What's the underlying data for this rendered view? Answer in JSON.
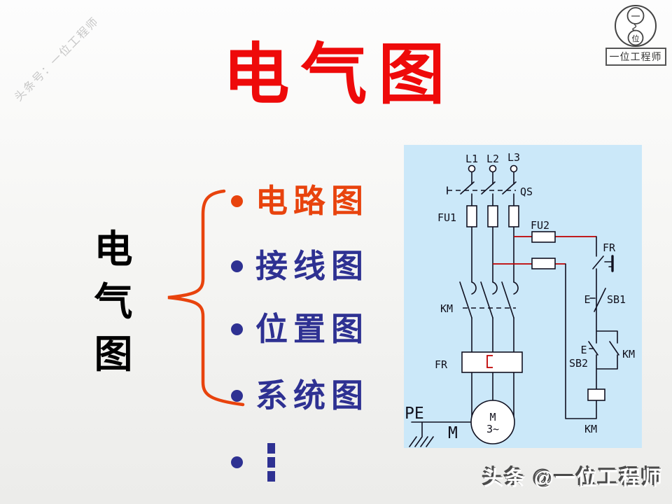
{
  "slide": {
    "title": "电气图",
    "watermark": "头条号：一位工程师",
    "footer": "头条 @一位工程师",
    "left_label": {
      "chars": [
        "电",
        "气",
        "图"
      ]
    },
    "list": {
      "items": [
        {
          "label": "电路图"
        },
        {
          "label": "接线图"
        },
        {
          "label": "位置图"
        },
        {
          "label": "系统图"
        },
        {
          "label": "⋮"
        }
      ]
    },
    "logo": {
      "circle_top": "一",
      "circle_bottom": "位",
      "caption": "一位工程师"
    },
    "colors": {
      "title_red": "#EE0A0A",
      "accent_orange": "#E8430D",
      "item_blue": "#2E3192",
      "panel_blue": "#CBE8F9",
      "wire_red": "#C00000"
    }
  },
  "circuit": {
    "labels": {
      "l1": "L1",
      "l2": "L2",
      "l3": "L3",
      "qs": "QS",
      "fu1": "FU1",
      "fu2": "FU2",
      "fr_right": "FR",
      "e_sb1": "E",
      "sb1": "SB1",
      "km_main": "KM",
      "fr_box": "FR",
      "e_sb2": "E",
      "sb2": "SB2",
      "km_aux": "KM",
      "km_coil": "KM",
      "pe": "PE",
      "m_outer": "M",
      "m_inner": "M",
      "m_phases": "3~"
    }
  }
}
